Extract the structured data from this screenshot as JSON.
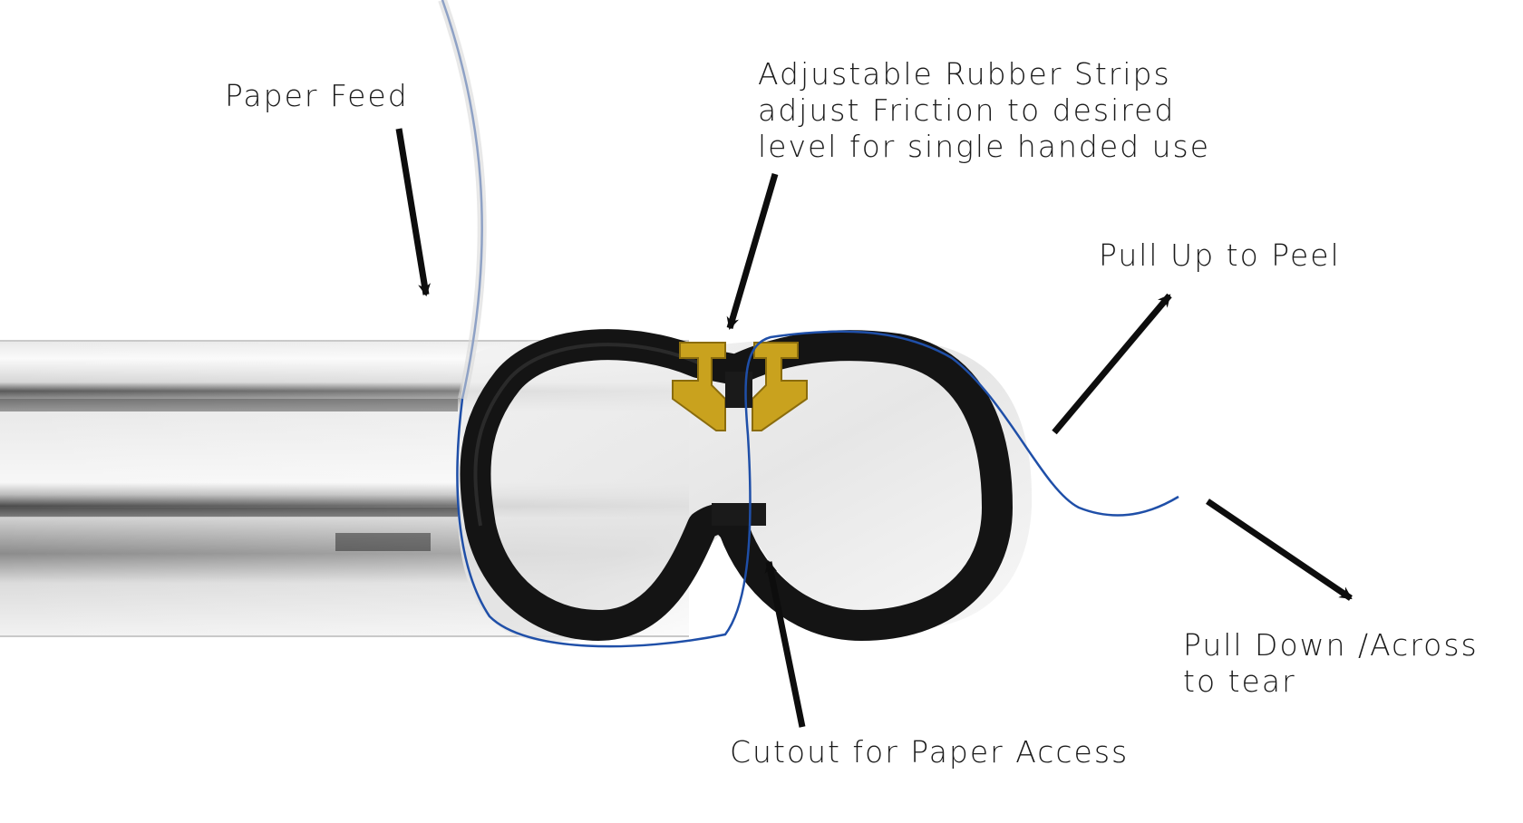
{
  "labels": {
    "paper_feed": "Paper Feed",
    "rubber_strips": [
      "Adjustable Rubber Strips",
      "adjust Friction to desired",
      "level for single handed use"
    ],
    "pull_up": "Pull Up to Peel",
    "pull_down": [
      "Pull Down /Across",
      "to tear"
    ],
    "cutout": "Cutout for Paper Access"
  },
  "colors": {
    "paper_line": "#1f4fa8",
    "holder_frame": "#141414",
    "rubber_strip": "#c9a21e",
    "arrow": "#0d0d0d",
    "tube_light": "#f4f4f4",
    "tube_dark": "#3a3a3a"
  },
  "icons": {
    "arrows": "arrow-icon",
    "holder": "holder-frame-icon"
  }
}
